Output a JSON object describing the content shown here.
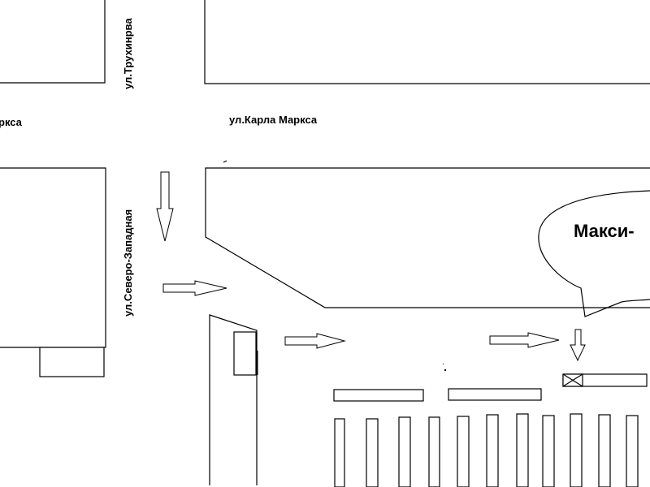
{
  "streets": {
    "trukhinrva": "ул.Трухинрва",
    "karla_marksa_partial": "ркса",
    "karla_marksa": "ул.Карла Маркса",
    "severo_zapadnaya": "ул.Северо-Западная"
  },
  "callout": {
    "text": "Макси-"
  },
  "colors": {
    "line": "#000000",
    "background": "#ffffff"
  }
}
